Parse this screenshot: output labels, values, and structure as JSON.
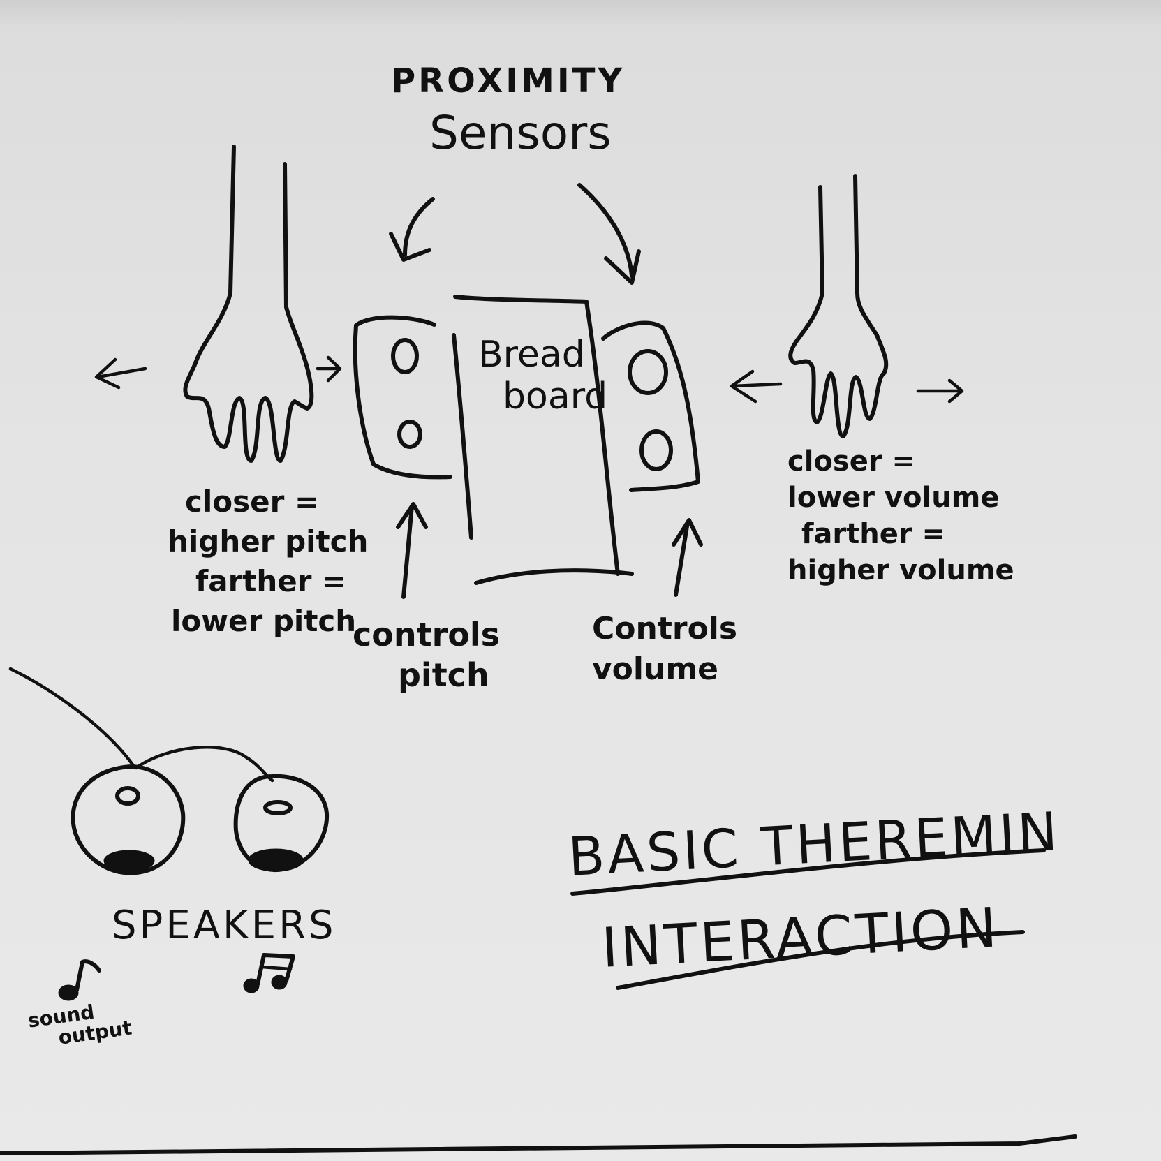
{
  "sensors_label": {
    "line1": "PROXIMITY",
    "line2": "Sensors"
  },
  "breadboard_label": {
    "line1": "Bread",
    "line2": "board"
  },
  "left_hand": {
    "line1": "closer =",
    "line2": "higher pitch",
    "line3": "farther =",
    "line4": "lower pitch"
  },
  "right_hand": {
    "line1": "closer =",
    "line2": "lower volume",
    "line3": "farther =",
    "line4": "higher volume"
  },
  "controls_pitch": {
    "line1": "controls",
    "line2": "pitch"
  },
  "controls_volume": {
    "line1": "Controls",
    "line2": "volume"
  },
  "speakers_label": "SPEAKERS",
  "sound_output": {
    "line1": "sound",
    "line2": "output"
  },
  "title": {
    "line1": "BASIC THEREMIN",
    "line2": "INTERACTION"
  },
  "colors": {
    "ink": "#111111",
    "board": "#e4e4e4"
  }
}
